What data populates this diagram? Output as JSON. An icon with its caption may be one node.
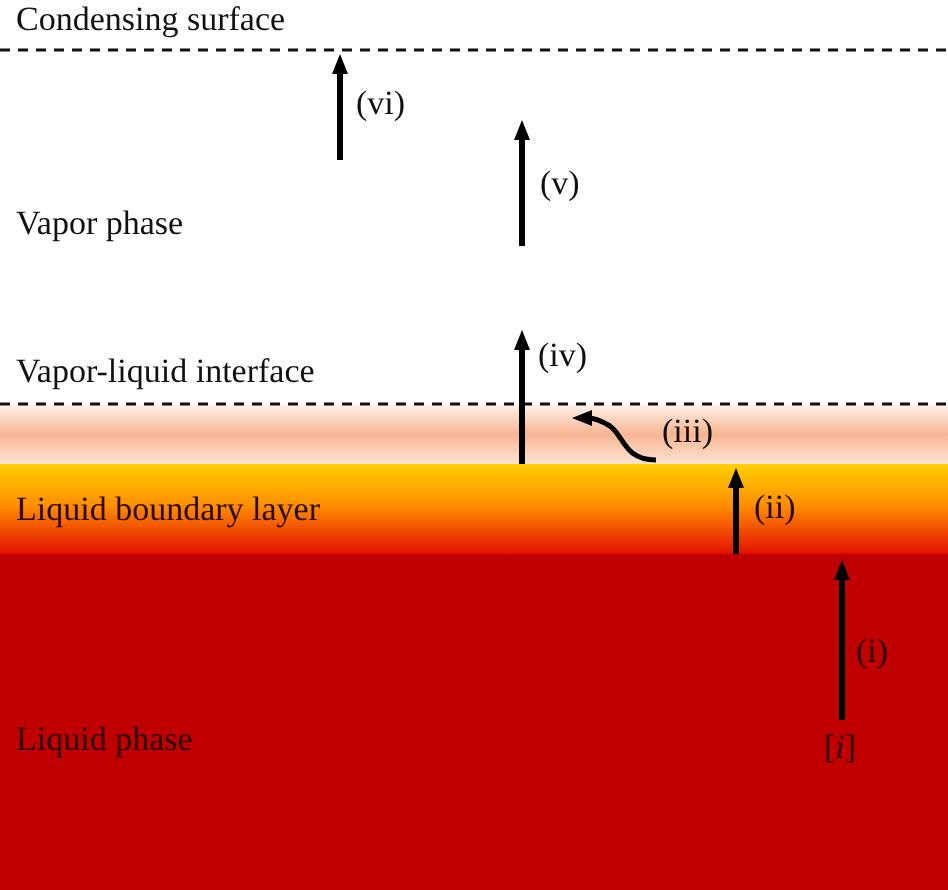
{
  "diagram": {
    "nodes": [
      {
        "text": [
          "Vapor-liquid interface"
        ]
      },
      {
        "text": [
          "Liquid boundary layer"
        ]
      },
      {
        "text": [
          "Liquid phase"
        ]
      }
    ],
    "edges": [
      {
        "from": 1,
        "to": 0,
        "arrow": "to",
        "label": "(ii)"
      },
      {
        "from": 2,
        "to": 1,
        "arrow": "to",
        "label": "(i)"
      }
    ],
    "labels": [
      "Condensing surface",
      "(vi)",
      "(v)",
      "Vapor phase",
      "(iv)",
      "(iii)",
      "[*i*]"
    ]
  }
}
